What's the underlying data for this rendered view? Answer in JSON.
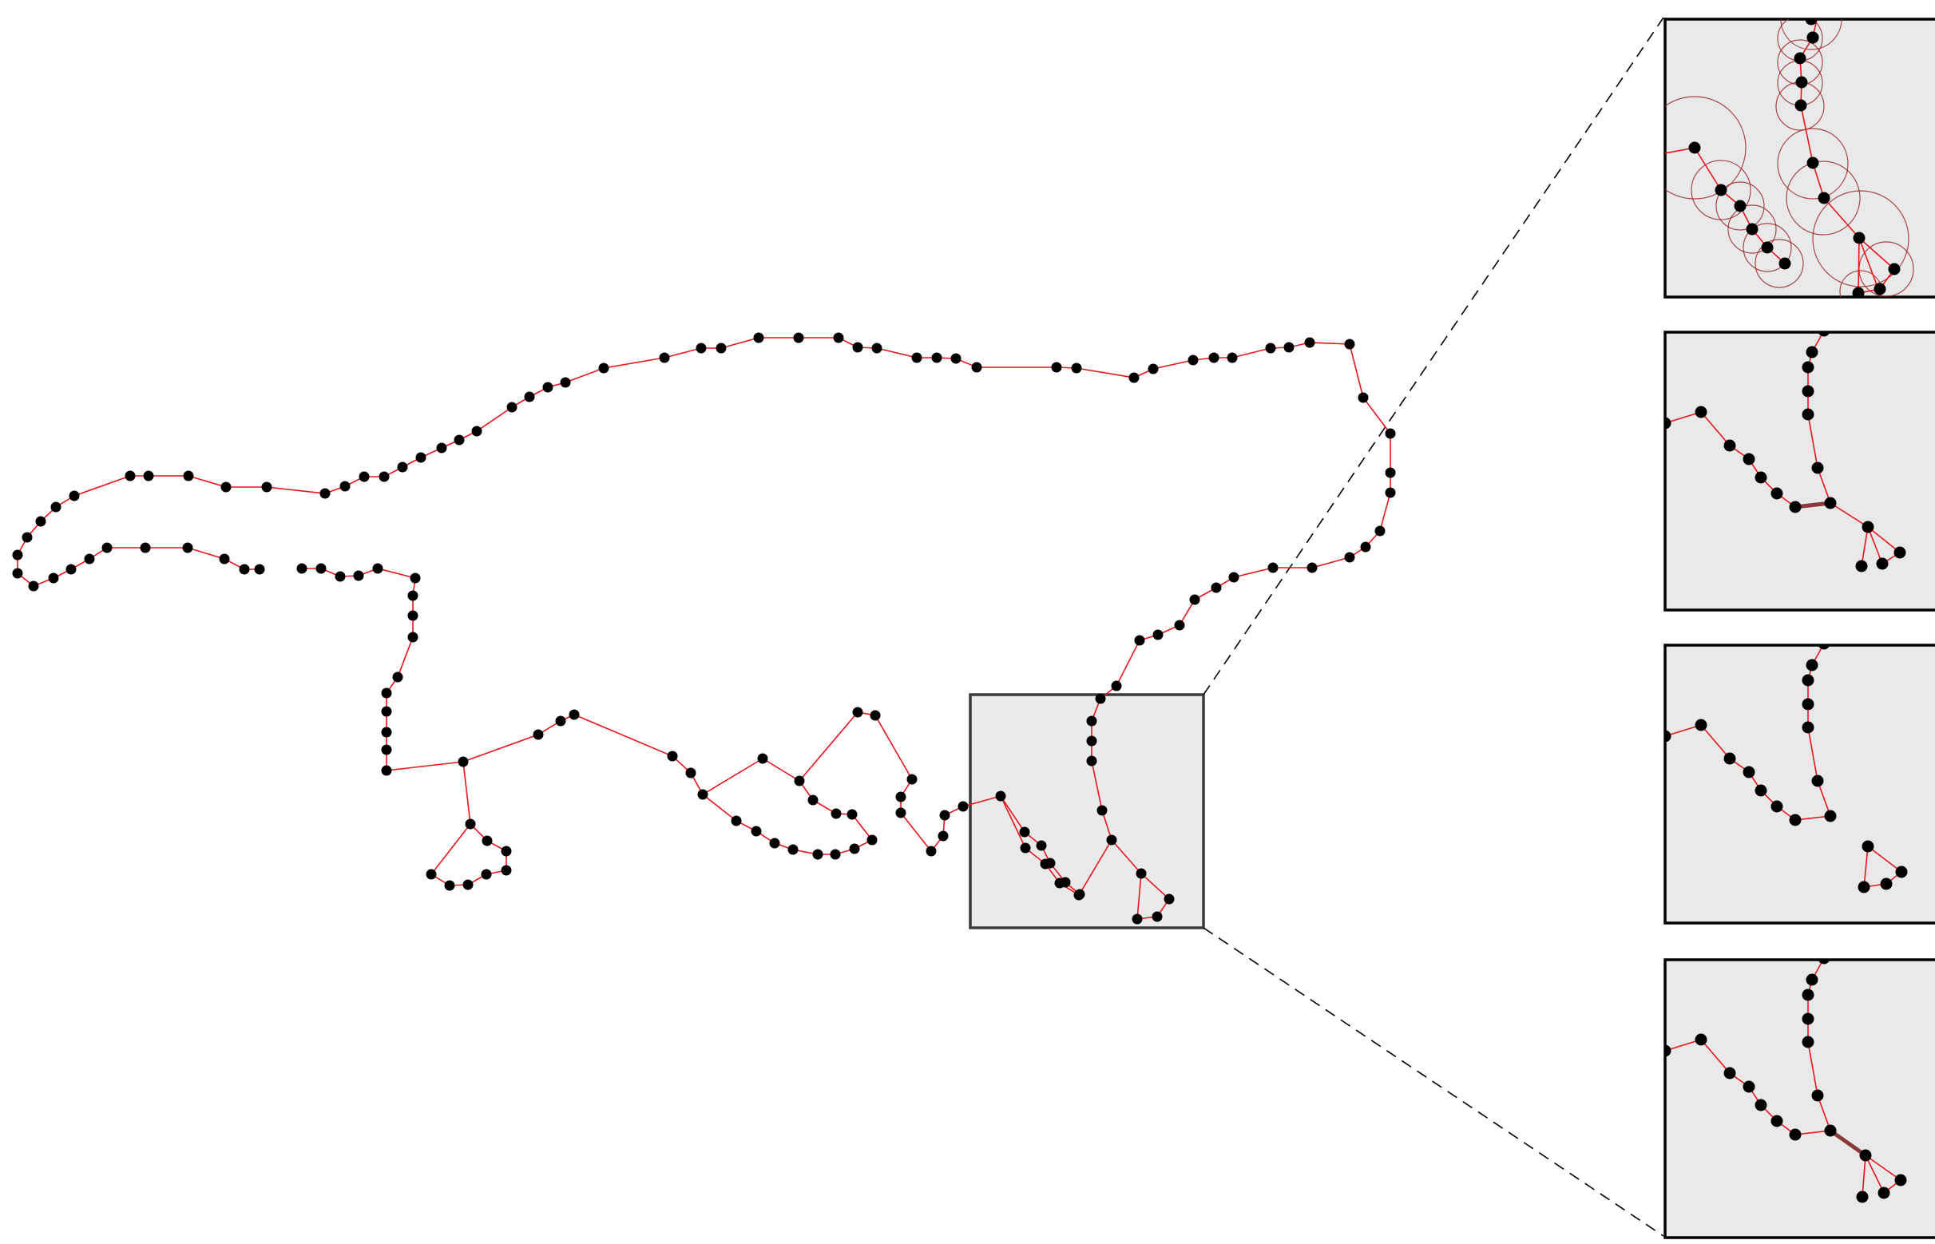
{
  "figure": {
    "description_text": "",
    "colors": {
      "edge": "#e8141b",
      "node": "#000000",
      "highlight_edge": "#8b3a3a",
      "radius_circle": "#9b2a2a",
      "panel_background": "#e9e9e9",
      "zoom_box_background": "#eaeaea"
    },
    "overview_graph": {
      "node_count": 150,
      "highlight": "zoom-region"
    },
    "inset_panels": [
      {
        "id": "panel-1",
        "content": "neighborhood-radius-circles"
      },
      {
        "id": "panel-2",
        "content": "highlighted-edge-left"
      },
      {
        "id": "panel-3",
        "content": "disconnected-triangle"
      },
      {
        "id": "panel-4",
        "content": "highlighted-edge-right"
      }
    ]
  }
}
